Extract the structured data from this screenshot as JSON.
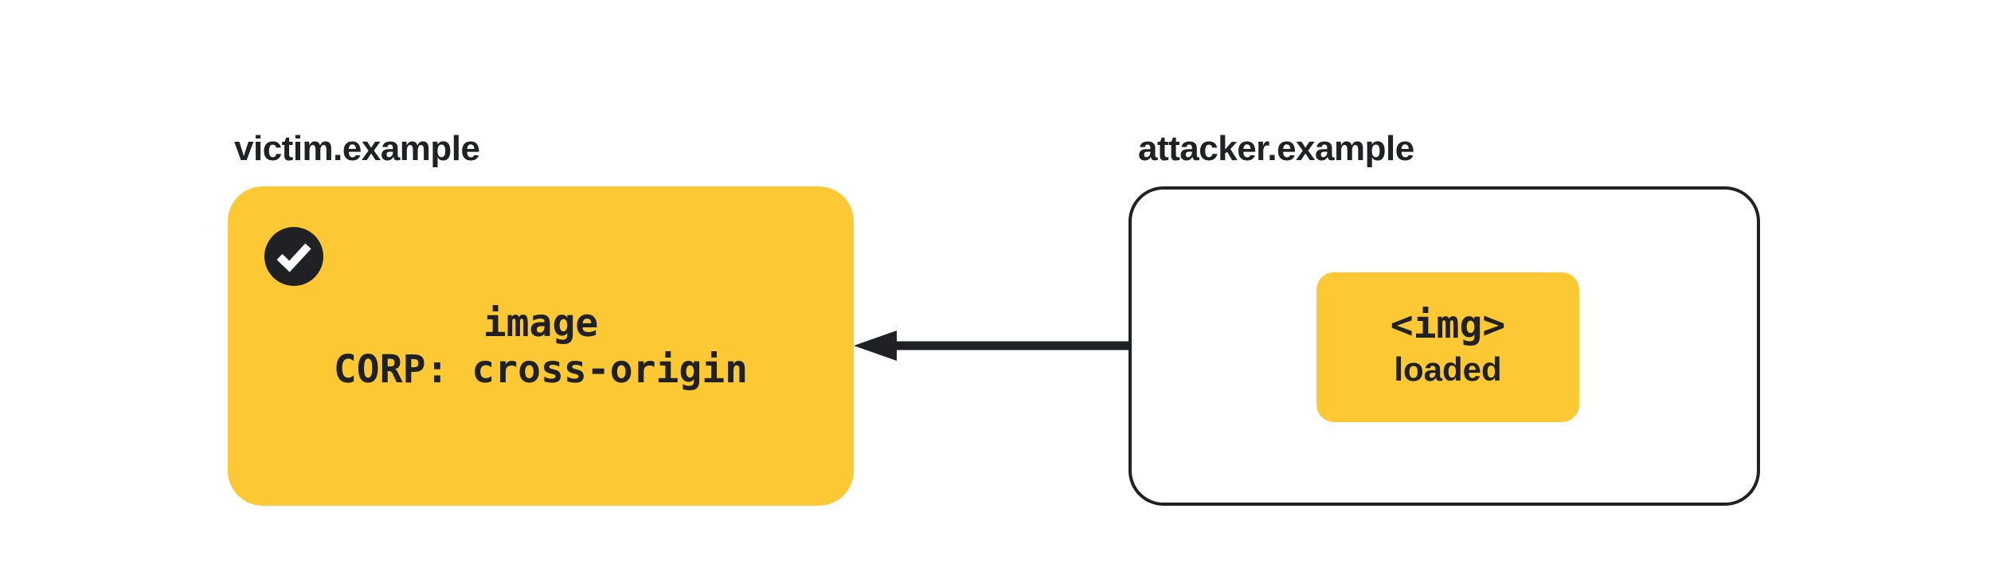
{
  "victim": {
    "domain_label": "victim.example",
    "resource_line": "image",
    "corp_line": "CORP: cross-origin",
    "status_icon": "check-icon"
  },
  "attacker": {
    "domain_label": "attacker.example",
    "img_tag_line": "<img>",
    "loaded_line": "loaded"
  },
  "arrow": {
    "icon": "arrow-left-icon",
    "from": "attacker.example img chip",
    "to": "victim.example image box"
  },
  "colors": {
    "highlight_yellow": "#FCC934",
    "ink": "#202124",
    "background": "#FFFFFF",
    "check_mark": "#FFFFFF"
  }
}
